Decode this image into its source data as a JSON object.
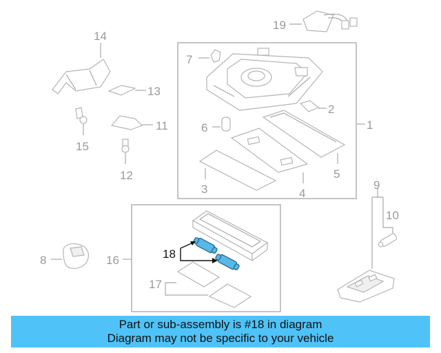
{
  "callouts": {
    "c1": "1",
    "c2": "2",
    "c3": "3",
    "c4": "4",
    "c5": "5",
    "c6": "6",
    "c7": "7",
    "c8": "8",
    "c9": "9",
    "c10": "10",
    "c11": "11",
    "c12": "12",
    "c13": "13",
    "c14": "14",
    "c15": "15",
    "c16": "16",
    "c17": "17",
    "c18": "18",
    "c19": "19"
  },
  "highlighted_part": "18",
  "colors": {
    "highlight": "#5ab8e6",
    "banner": "#4fc3f7",
    "linework": "#b4b4b4"
  },
  "banner": {
    "line1": "Part or sub-assembly is #18 in diagram",
    "line2": "Diagram may not be specific to your vehicle"
  }
}
